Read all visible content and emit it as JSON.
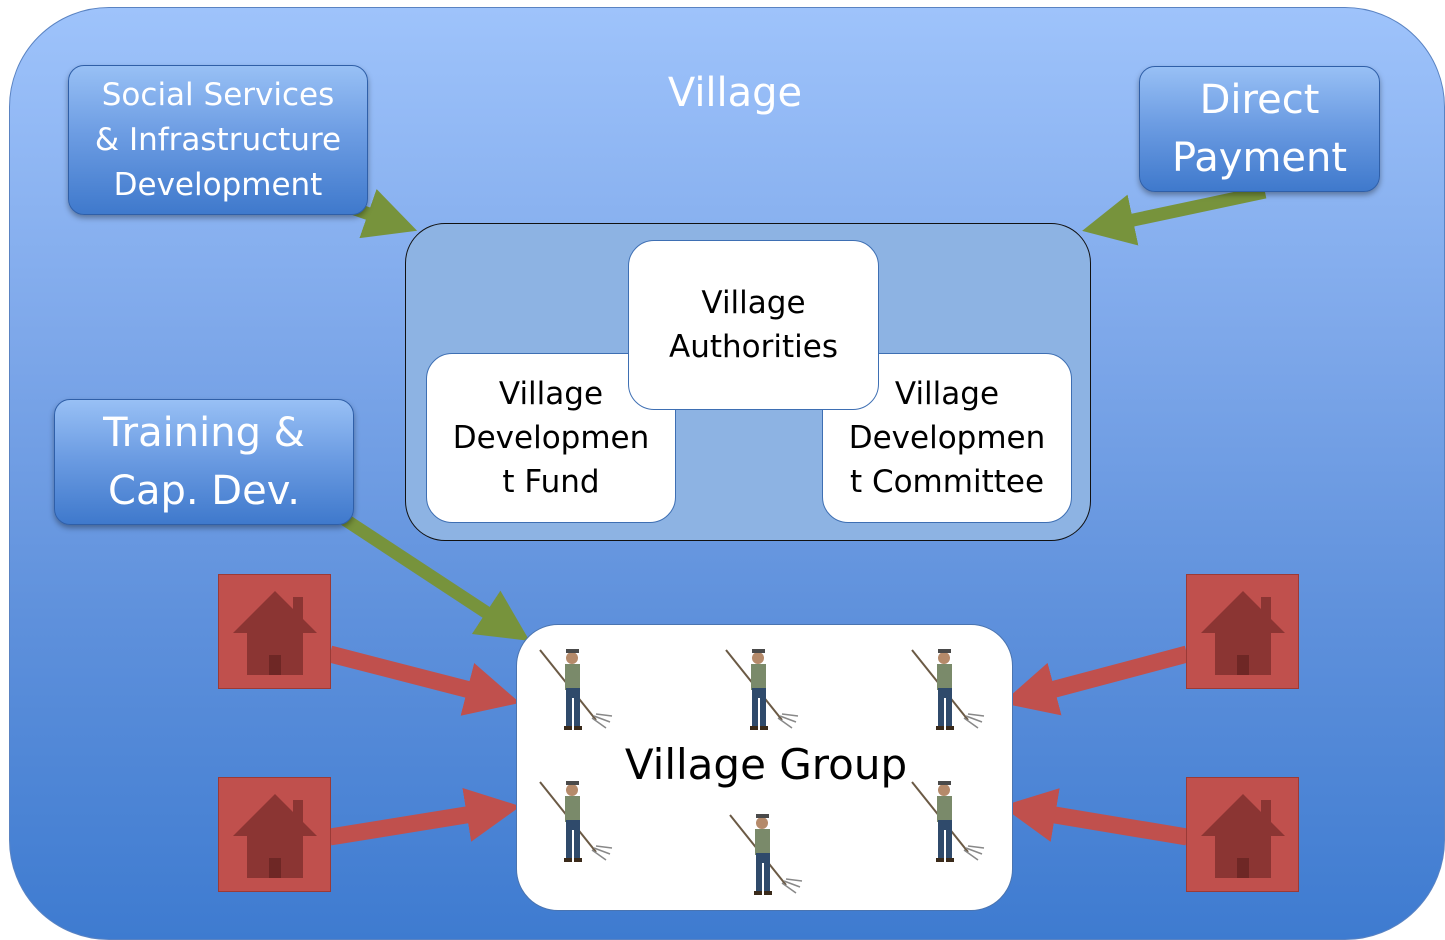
{
  "village": {
    "title": "Village"
  },
  "inputs": {
    "social_services": [
      "Social Services",
      "& Infrastructure",
      "Development"
    ],
    "direct_payment": [
      "Direct",
      "Payment"
    ],
    "training": [
      "Training &",
      "Cap. Dev."
    ]
  },
  "institutions": {
    "authorities": [
      "Village",
      "Authorities"
    ],
    "fund": [
      "Village",
      "Developmen",
      "t Fund"
    ],
    "committee": [
      "Village",
      "Developmen",
      "t Committee"
    ]
  },
  "group": {
    "label": "Village Group"
  },
  "colors": {
    "input_arrow": "#77933c",
    "household_arrow": "#c0504d",
    "household": "#c0504d",
    "house_icon": "#8b3533"
  },
  "icons": {
    "household": "house-icon",
    "member": "farmer-with-pitchfork-icon"
  }
}
